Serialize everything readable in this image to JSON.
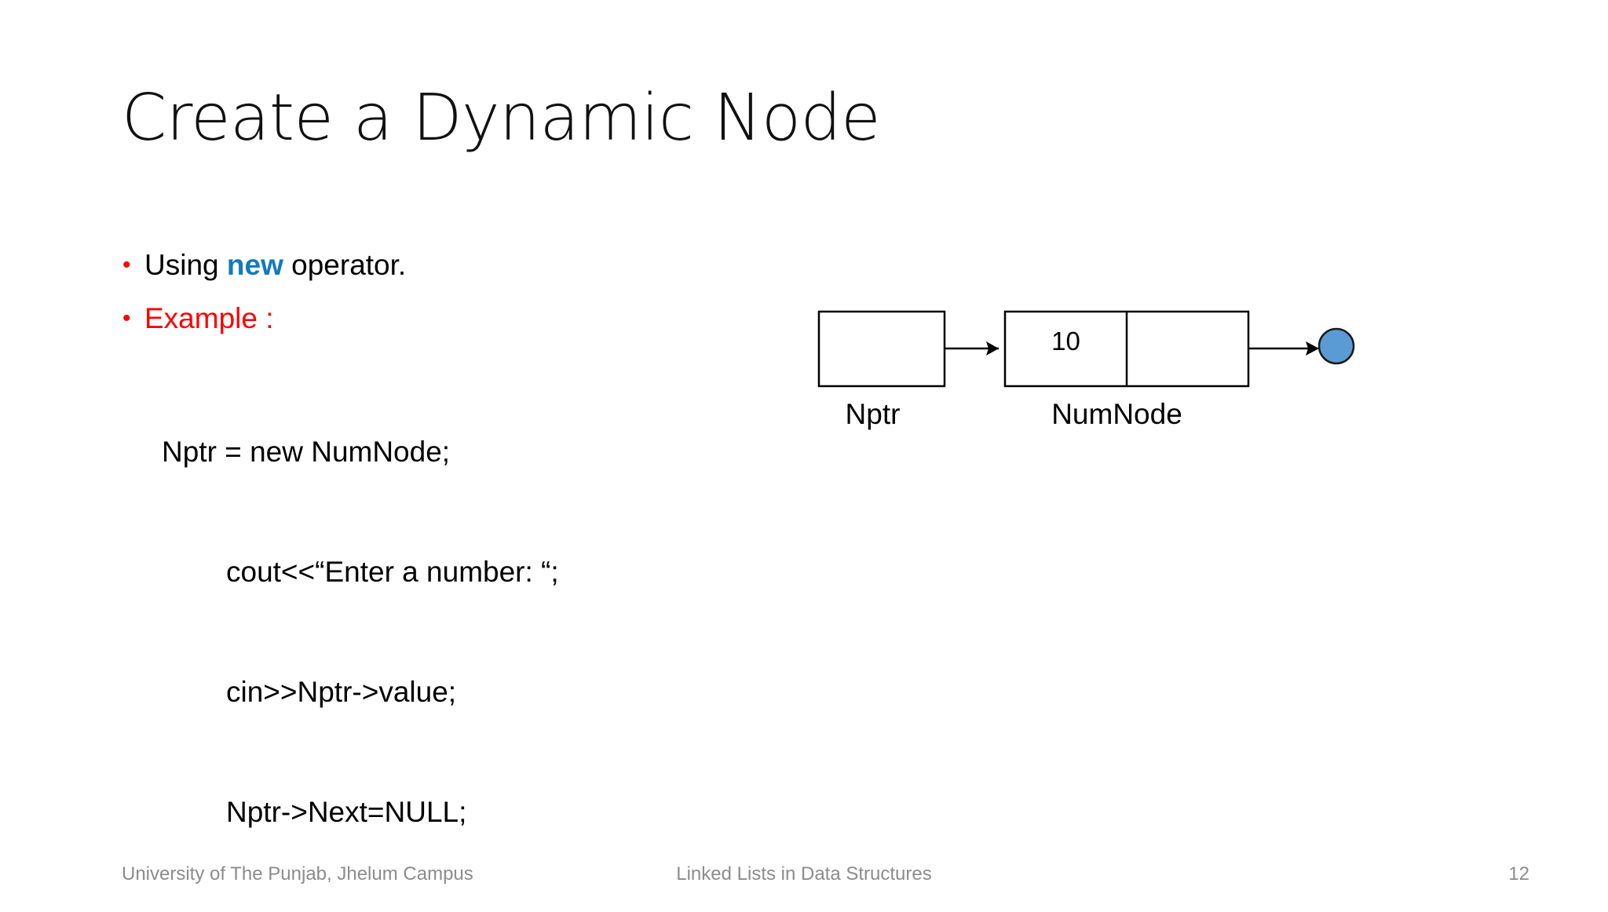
{
  "slide": {
    "title": "Create a Dynamic Node",
    "bullets": [
      {
        "marker": "•",
        "prefix": "Using ",
        "keyword": "new",
        "suffix": " operator.",
        "color": "#000000"
      },
      {
        "marker": "•",
        "text": "Example :",
        "color": "#FF0000"
      }
    ],
    "code_lines": [
      "Nptr = new NumNode;",
      "cout<<“Enter a number: “;",
      "cin>>Nptr->value;",
      "Nptr->Next=NULL;"
    ],
    "diagram": {
      "pointer_box_label": "Nptr",
      "node_box_label": "NumNode",
      "node_value": "10",
      "node_next_value": "",
      "pointer_box_value": "",
      "null_marker_icon": "filled-circle-icon",
      "null_marker_color": "#5B9BD5",
      "arrow_icon": "arrow-right-icon"
    }
  },
  "footer": {
    "left": "University of The Punjab, Jhelum Campus",
    "center": "Linked Lists in Data Structures",
    "page": "12"
  },
  "colors": {
    "bullet_red": "#FF0000",
    "keyword_blue": "#1279BE",
    "circle_blue": "#5B9BD5",
    "footer_gray": "#8C8C8C",
    "stroke_black": "#000000"
  }
}
